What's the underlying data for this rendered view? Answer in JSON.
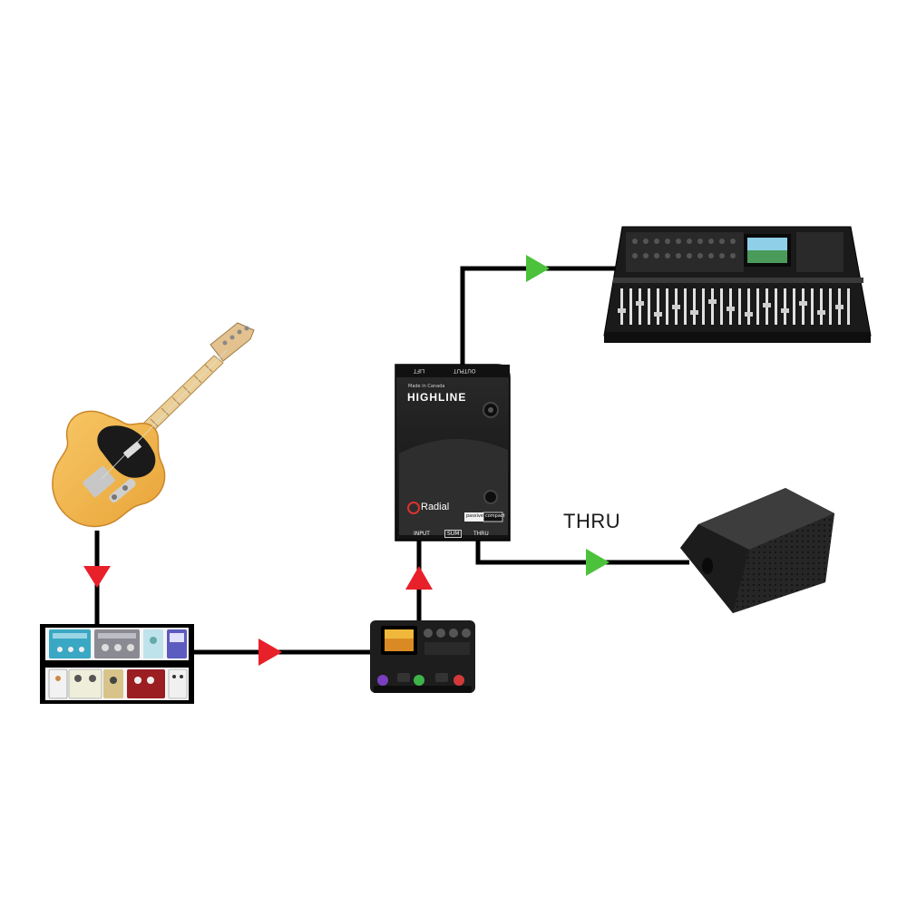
{
  "thru_label": "THRU",
  "di_box": {
    "made_in": "Made in Canada",
    "model": "HIGHLINE",
    "brand": "Radial",
    "top_jack_1": "LIFT",
    "top_jack_2": "OUTPUT",
    "bottom_input": "INPUT",
    "bottom_sum": "SUM",
    "bottom_thru": "THRU",
    "badge_1": "passive",
    "badge_2": "compact"
  },
  "colors": {
    "cable": "#000000",
    "arrow_red": "#e8202a",
    "arrow_green": "#4cc23c",
    "guitar_body": "#f2b446",
    "di_body": "#1b1b1b"
  }
}
